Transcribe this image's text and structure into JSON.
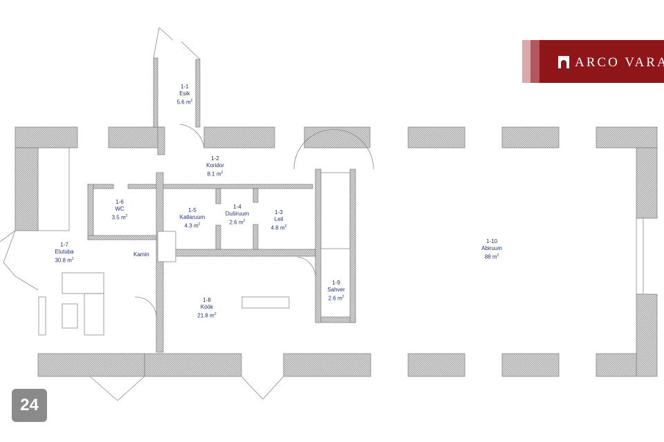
{
  "brand": {
    "name": "ARCO VARA",
    "colors": {
      "primary": "#8e1518",
      "light": "#dca7ab",
      "mid": "#b3565d"
    }
  },
  "page_number": "24",
  "annotation": "Kamin",
  "rooms": [
    {
      "id": "1-1",
      "name": "Esik",
      "area": "5.6 m",
      "unit": "2"
    },
    {
      "id": "1-2",
      "name": "Koridor",
      "area": "8.1 m",
      "unit": "2"
    },
    {
      "id": "1-3",
      "name": "Leil",
      "area": "4.8 m",
      "unit": "2"
    },
    {
      "id": "1-4",
      "name": "Duširuum",
      "area": "2.6 m",
      "unit": "2"
    },
    {
      "id": "1-5",
      "name": "Katlaruum",
      "area": "4.3 m",
      "unit": "2"
    },
    {
      "id": "1-6",
      "name": "WC",
      "area": "3.5 m",
      "unit": "2"
    },
    {
      "id": "1-7",
      "name": "Elutuba",
      "area": "30.8 m",
      "unit": "2"
    },
    {
      "id": "1-8",
      "name": "Köök",
      "area": "21.8 m",
      "unit": "2"
    },
    {
      "id": "1-9",
      "name": "Sahver",
      "area": "2.6 m",
      "unit": "2"
    },
    {
      "id": "1-10",
      "name": "Abiruum",
      "area": "88 m",
      "unit": "2"
    }
  ]
}
